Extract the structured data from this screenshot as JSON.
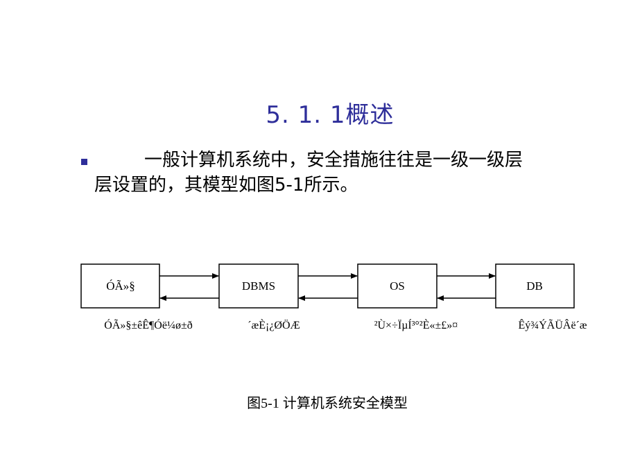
{
  "slide": {
    "title": "5. 1. 1概述",
    "paragraph_line1": "一般计算机系统中，安全措施往往是一级一级层",
    "paragraph_line2": "层设置的，其模型如图5-1所示。",
    "accent_color": "#2e2e9a"
  },
  "diagram": {
    "boxes": [
      {
        "label": "ÓÃ»§"
      },
      {
        "label": "DBMS"
      },
      {
        "label": "OS"
      },
      {
        "label": "DB"
      }
    ],
    "sublabels": [
      "ÓÃ»§±êÊ¶Óë¼ø±ð",
      "´æÈ¡¿ØÖÆ",
      "²Ù×÷ÏµÍ³°²È«±£»¤",
      "Êý¾ÝÃÜÂë´æ"
    ],
    "caption": "图5-1 计算机系统安全模型"
  }
}
